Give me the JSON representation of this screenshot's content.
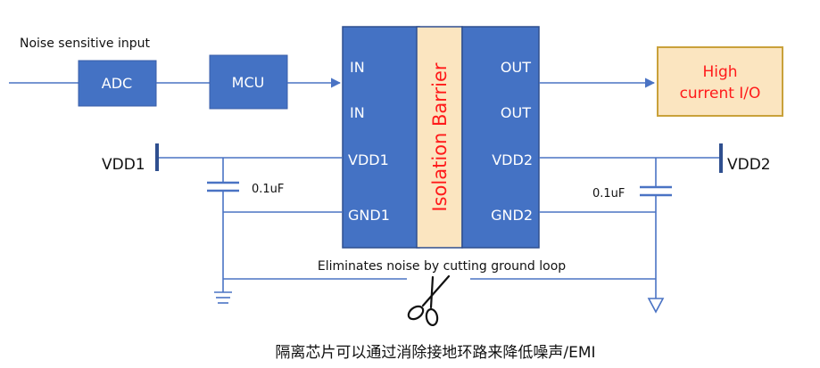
{
  "inputs": {
    "noise_label": "Noise sensitive input",
    "adc_label": "ADC",
    "mcu_label": "MCU"
  },
  "isolator": {
    "left_pins": [
      "IN",
      "IN",
      "VDD1",
      "GND1"
    ],
    "barrier_label": "Isolation Barrier",
    "right_pins": [
      "OUT",
      "OUT",
      "VDD2",
      "GND2"
    ]
  },
  "output": {
    "line1": "High",
    "line2": "current I/O"
  },
  "power": {
    "vdd1": "VDD1",
    "vdd2": "VDD2",
    "cap_left": "0.1uF",
    "cap_right": "0.1uF"
  },
  "notes": {
    "cut_loop": "Eliminates noise by cutting ground loop",
    "caption": "隔离芯片可以通过消除接地环路来降低噪声/EMI"
  },
  "colors": {
    "block_blue": "#4472c4",
    "wire_blue": "#4a73c4",
    "barrier_fill": "#fbe5c0",
    "output_fill": "#fbe5c0",
    "output_border": "#c9a13a",
    "red_text": "#ff1a1a"
  },
  "icons": {
    "scissors": "scissors-icon",
    "ground_left": "chassis-ground-icon",
    "ground_right": "signal-ground-icon"
  }
}
